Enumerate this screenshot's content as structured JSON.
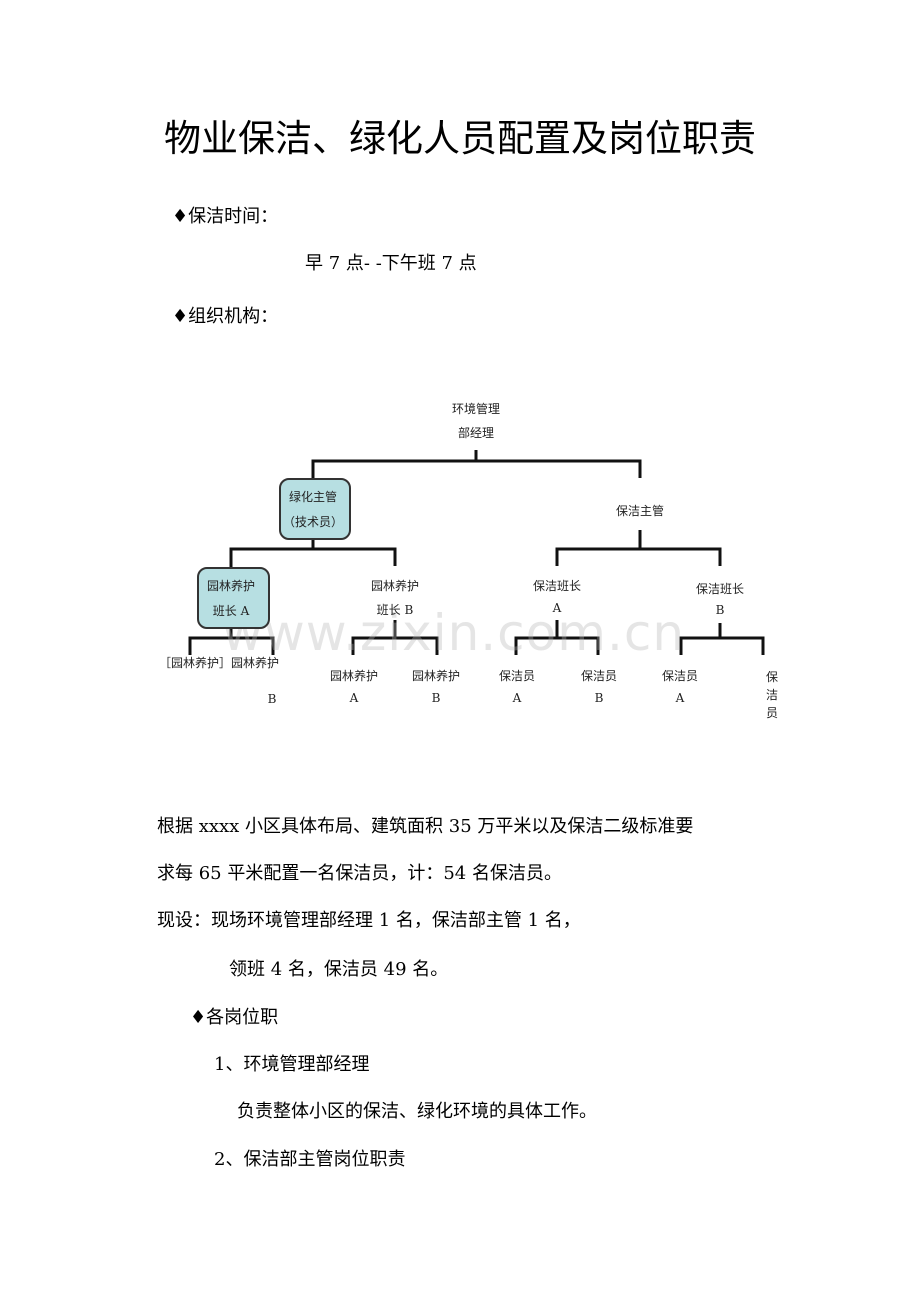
{
  "title": "物业保洁、绿化人员配置及岗位职责",
  "s1": "♦保洁时间：",
  "hours": "早 7 点- -下午班 7 点",
  "s2": "♦组织机构：",
  "org": {
    "root": [
      "环境管理",
      "部经理"
    ],
    "green_sup": [
      "绿化主管",
      "（技术员）"
    ],
    "clean_sup": "保洁主管",
    "gA": [
      "园林养护",
      "班长 A"
    ],
    "gB": [
      "园林养护",
      "班长 B"
    ],
    "cA": [
      "保洁班长",
      "A"
    ],
    "cB": [
      "保洁班长",
      "B"
    ],
    "leaf1": "［园林养护］园林养护",
    "leaf1b": "B",
    "leaves": [
      [
        "园林养护",
        "A"
      ],
      [
        "园林养护",
        "B"
      ],
      [
        "保洁员",
        "A"
      ],
      [
        "保洁员",
        "B"
      ],
      [
        "保洁员",
        "A"
      ]
    ],
    "last": [
      "保",
      "洁",
      "员"
    ]
  },
  "watermark": "www.zixin.com.cn",
  "para1a": "根据 xxxx 小区具体布局、建筑面积 35 万平米以及保洁二级标准要",
  "para1b": "求每 65 平米配置一名保洁员，计：54 名保洁员。",
  "para2a": "现设：现场环境管理部经理 1 名，保洁部主管 1 名，",
  "para2b": "领班 4 名，保洁员 49 名。",
  "s3": "♦各岗位职",
  "h1": "1、环境管理部经理",
  "h1d": "负责整体小区的保洁、绿化环境的具体工作。",
  "h2": "2、保洁部主管岗位职责"
}
